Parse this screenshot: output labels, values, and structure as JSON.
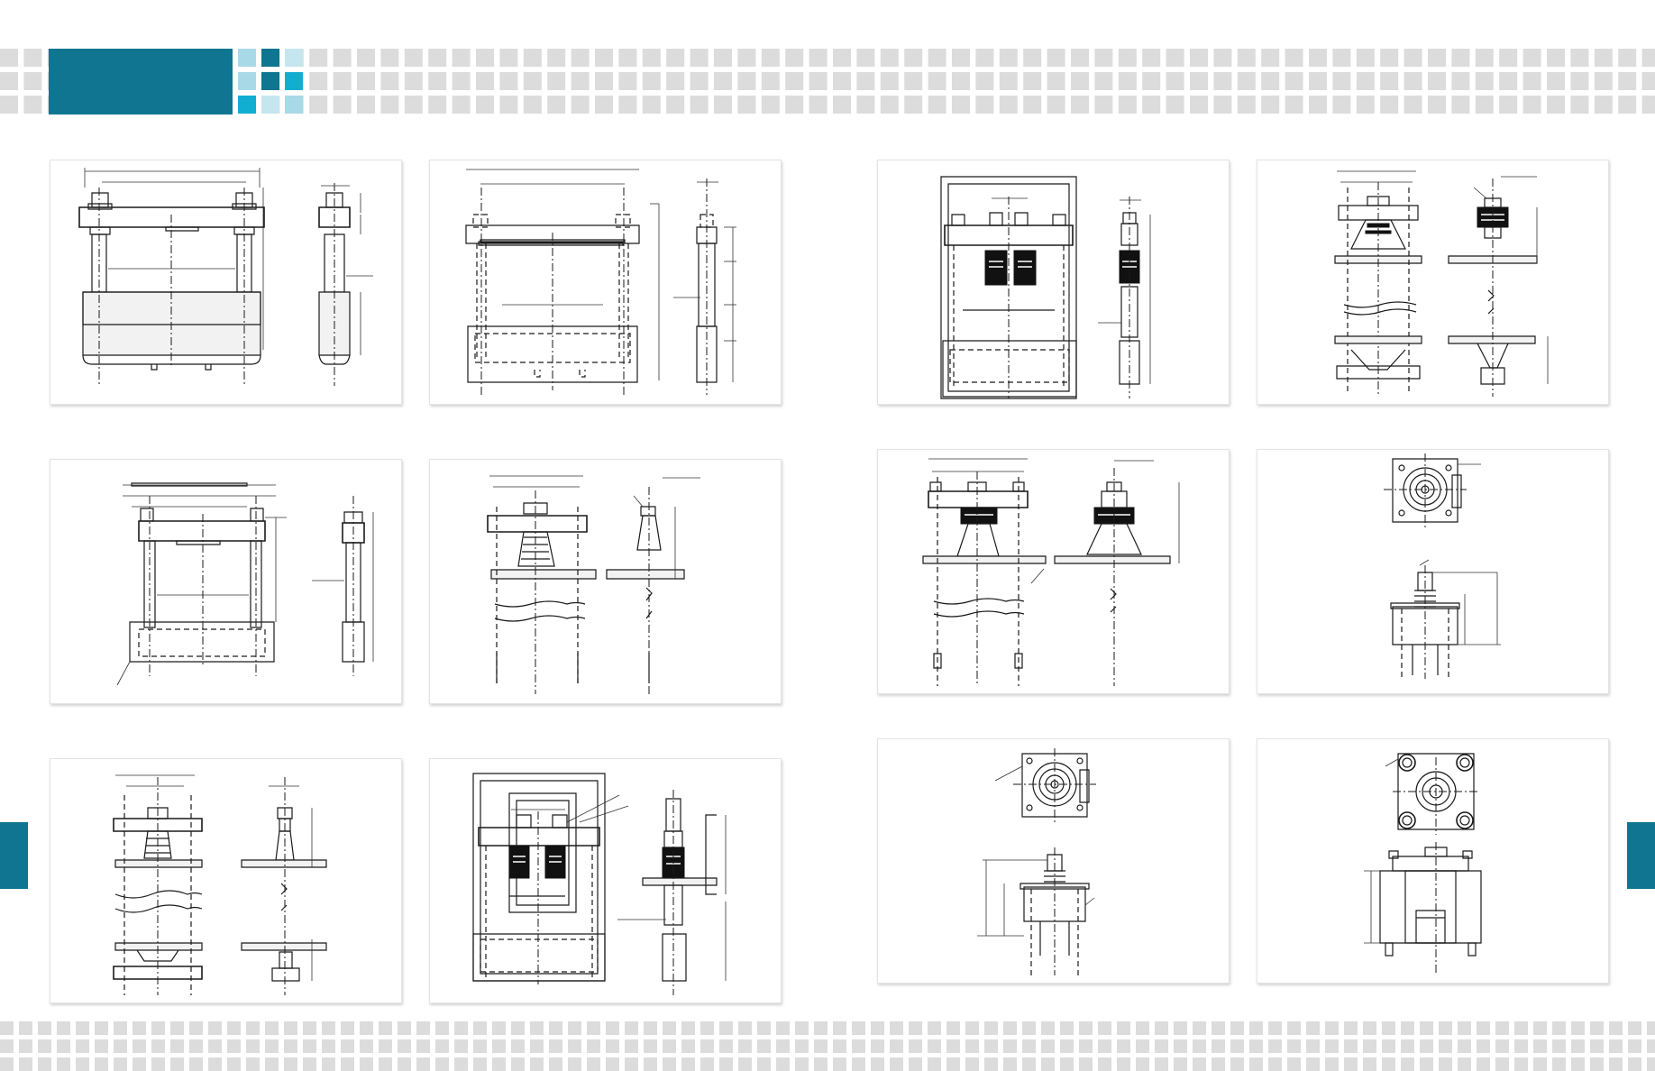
{
  "colors": {
    "accent": "#0f7591",
    "tile_gray": "#dcdcdd",
    "tile_light_blue": "#a8d9e6",
    "tile_cyan": "#12aed2",
    "tile_pale": "#c6e6ef"
  },
  "pages": [
    {
      "name": "left-page",
      "panels": 6
    },
    {
      "name": "right-page",
      "panels": 6
    }
  ],
  "drawings": [
    {
      "id": "p1",
      "kind": "frame-front-and-side"
    },
    {
      "id": "p2",
      "kind": "frame-hidden-front-and-side"
    },
    {
      "id": "p3",
      "kind": "frame-two-spring-front-and-side"
    },
    {
      "id": "p4",
      "kind": "single-spring-plate-front-and-side"
    },
    {
      "id": "p5",
      "kind": "frame-front-and-side"
    },
    {
      "id": "p6",
      "kind": "spring-plate-front-and-side"
    },
    {
      "id": "p7",
      "kind": "spring-plate-broken-rod-front-and-side"
    },
    {
      "id": "p8",
      "kind": "plan-and-elevation"
    },
    {
      "id": "p9",
      "kind": "single-spring-plates-front-and-side"
    },
    {
      "id": "p10",
      "kind": "frame-two-spring-front-and-side"
    },
    {
      "id": "p11",
      "kind": "plan-and-elevation"
    },
    {
      "id": "p12",
      "kind": "plan-and-elevation-block"
    }
  ]
}
